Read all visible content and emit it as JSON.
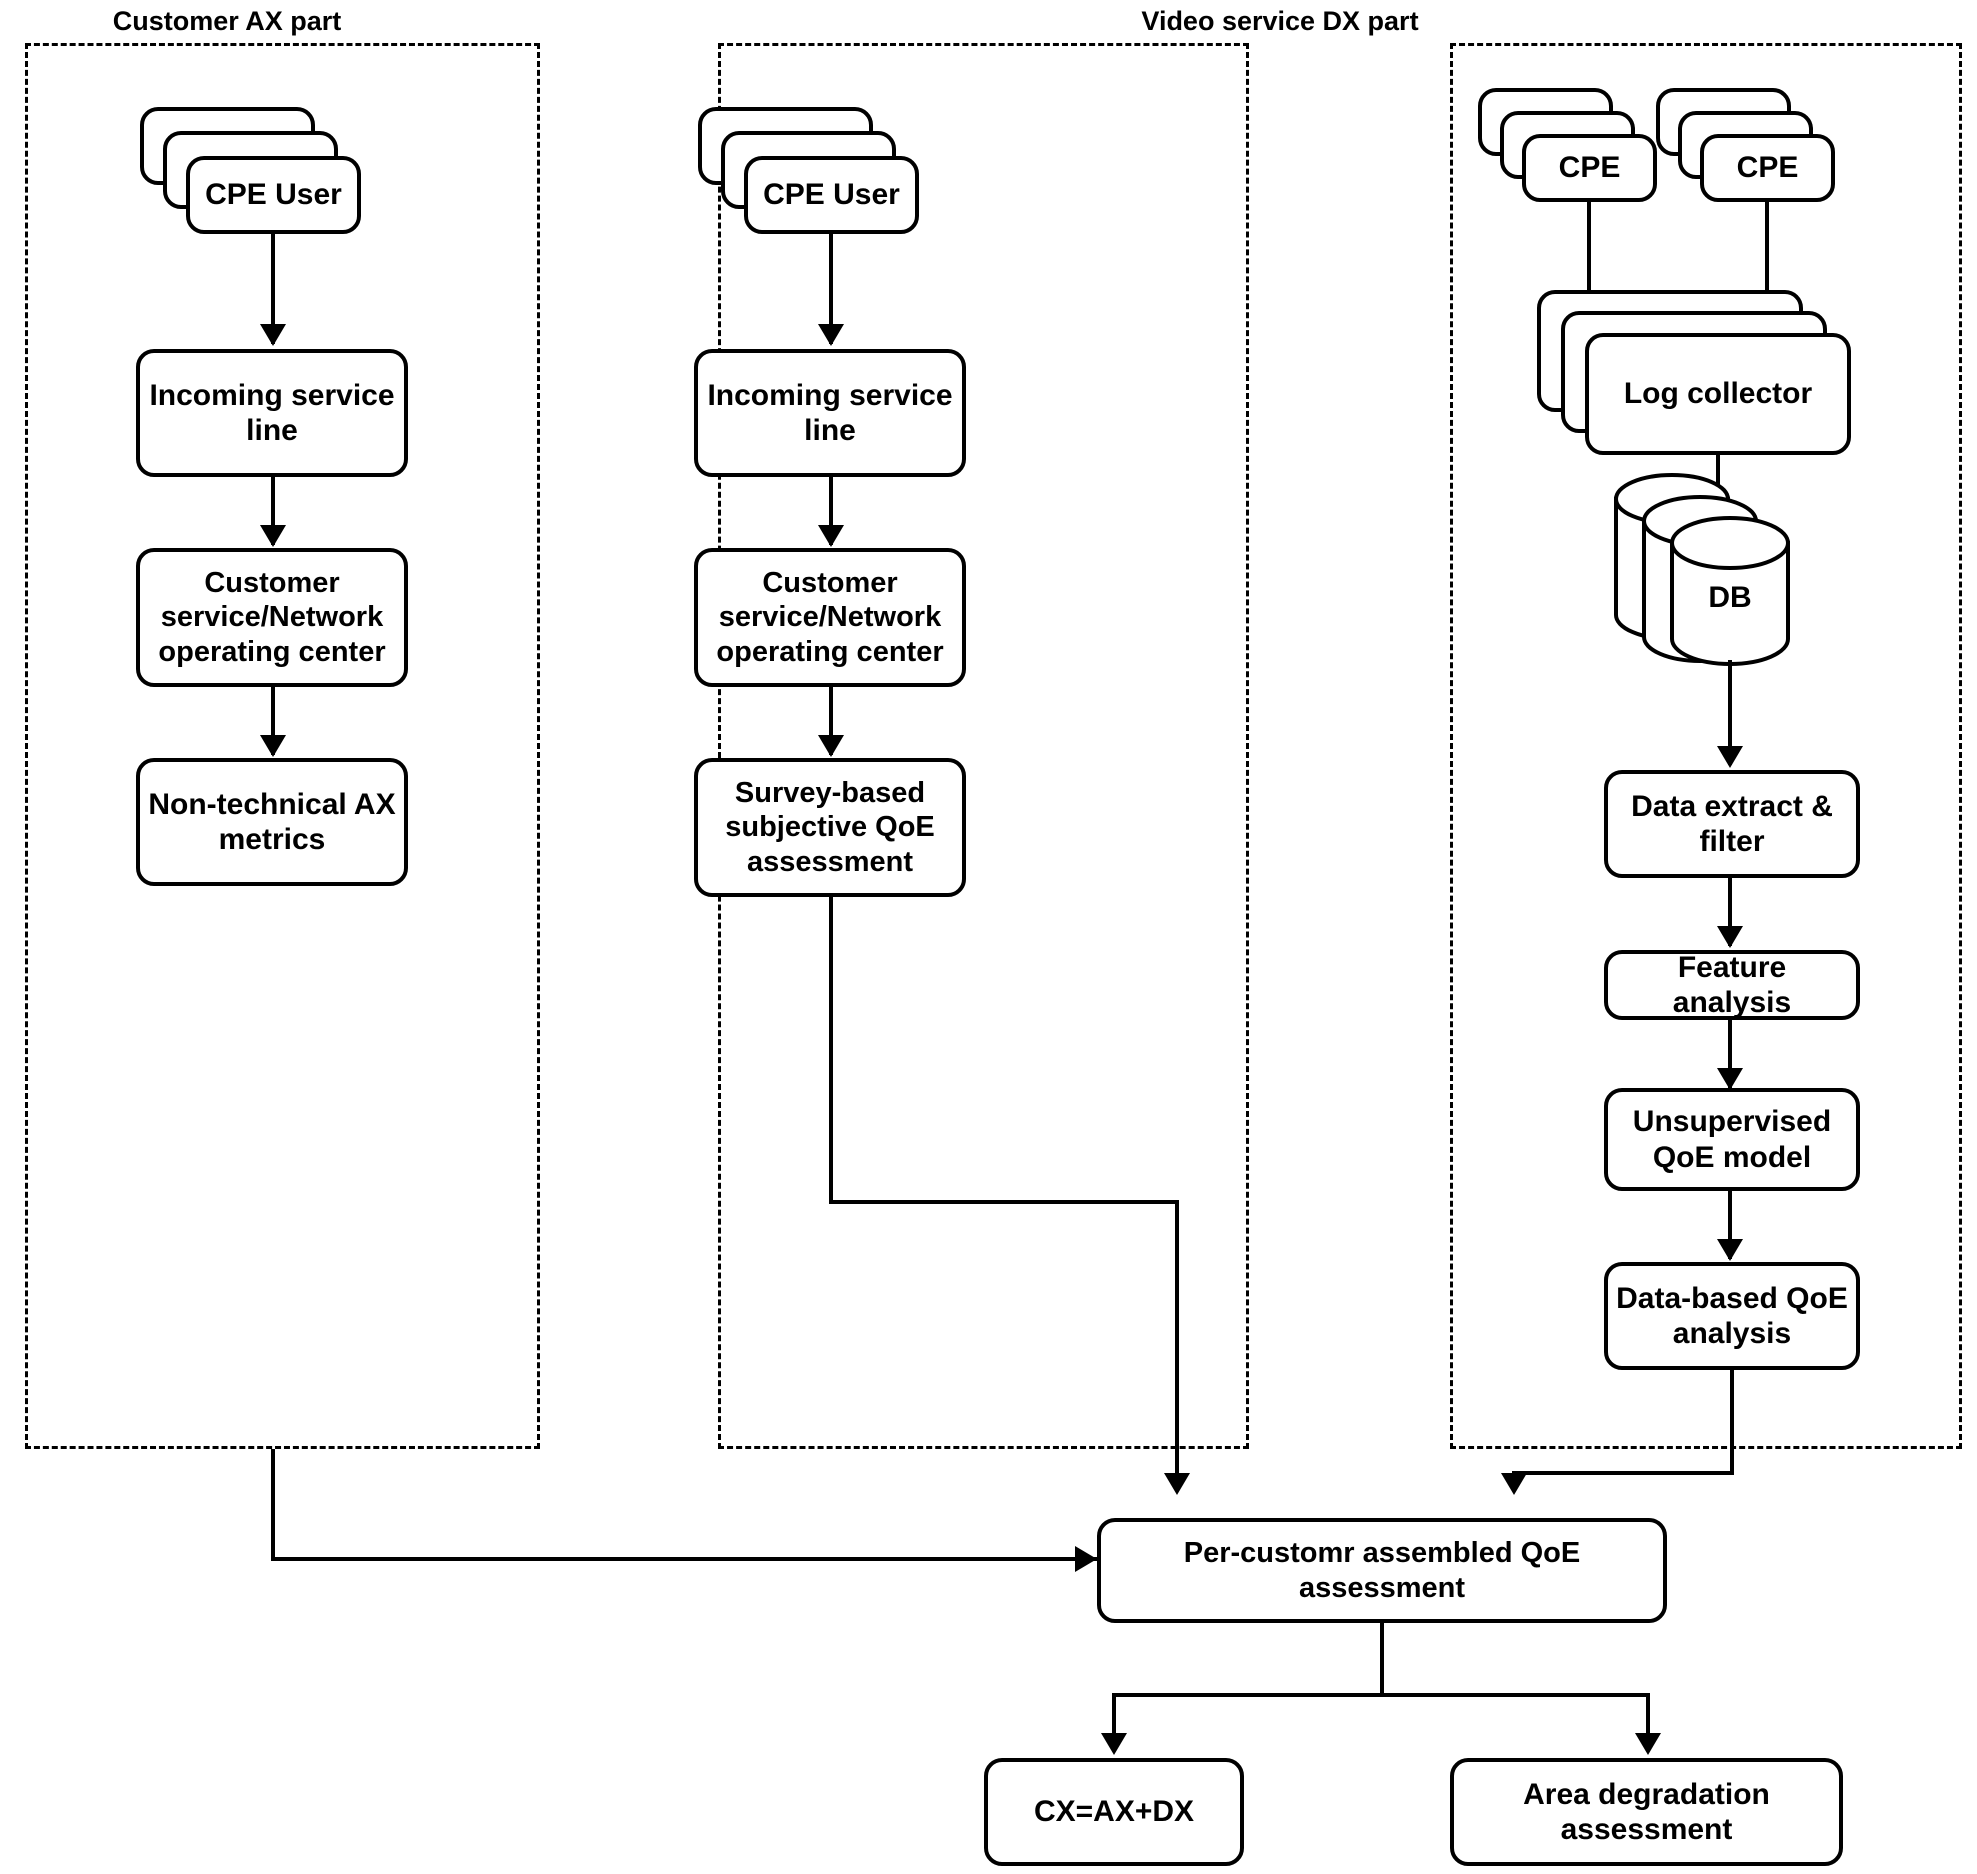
{
  "diagram": {
    "title_left": "Customer AX part",
    "title_right": "Video service DX part",
    "groups": [
      {
        "id": "ax",
        "label": "Customer AX part"
      },
      {
        "id": "dx",
        "label": "Video service DX part"
      }
    ],
    "nodes": {
      "ax_cpe_user": "CPE User",
      "ax_incoming": "Incoming service line",
      "ax_center": "Customer service/Network operating center",
      "ax_metrics": "Non-technical AX metrics",
      "dx_cpe_user": "CPE User",
      "dx_incoming": "Incoming service line",
      "dx_center": "Customer service/Network operating center",
      "dx_survey": "Survey-based subjective QoE assessment",
      "dx_cpe_a": "CPE",
      "dx_cpe_b": "CPE",
      "dx_logcollector": "Log collector",
      "dx_db": "DB",
      "dx_extract": "Data extract & filter",
      "dx_feature": "Feature analysis",
      "dx_model": "Unsupervised QoE model",
      "dx_analysis": "Data-based QoE analysis",
      "assembled": "Per-customr assembled QoE assessment",
      "cx": "CX=AX+DX",
      "area": "Area degradation assessment"
    },
    "colors": {
      "stroke": "#000000",
      "background": "#ffffff",
      "group_border": "#000000"
    }
  }
}
